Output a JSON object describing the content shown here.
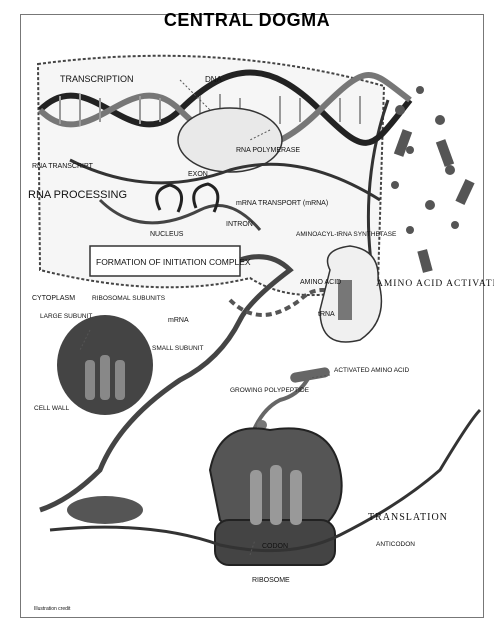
{
  "title": "CENTRAL DOGMA",
  "labels": {
    "transcription": "TRANSCRIPTION",
    "dna": "DNA",
    "rna_polymerase": "RNA POLYMERASE",
    "rna_transcript": "RNA TRANSCRIPT",
    "rna_processing": "RNA PROCESSING",
    "exon": "EXON",
    "intron": "INTRON",
    "mrna_transport": "mRNA TRANSPORT (mRNA)",
    "nucleus": "NUCLEUS",
    "initiation_complex": "FORMATION OF INITIATION COMPLEX",
    "aminoacyl_trna_synthetase": "AMINOACYL-tRNA SYNTHETASE",
    "amino_acid_activation": "AMINO ACID ACTIVATION",
    "amino_acid": "AMINO ACID",
    "trna": "tRNA",
    "cytoplasm": "CYTOPLASM",
    "ribosomal_subunits": "RIBOSOMAL SUBUNITS",
    "mrna": "mRNA",
    "activated_amino_acid": "ACTIVATED AMINO ACID",
    "growing_polypeptide": "GROWING POLYPEPTIDE",
    "large_subunit": "LARGE SUBUNIT",
    "small_subunit": "SMALL SUBUNIT",
    "cell_wall": "CELL WALL",
    "translation": "TRANSLATION",
    "anticodon": "ANTICODON",
    "codon": "CODON",
    "ribosome": "RIBOSOME",
    "footer": "Illustration credit"
  }
}
